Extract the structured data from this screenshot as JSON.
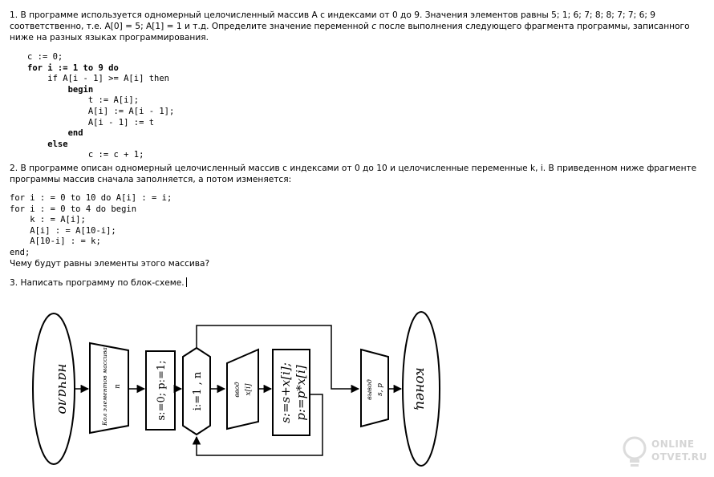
{
  "task1": {
    "text_before_var": "1. В программе используется одномерный целочисленный массив A с индексами от 0 до 9. Значения элементов равны 5; 1; 6; 7; 8; 8; 7; 7; 6; 9 соответственно, т.е. A[0] = 5; A[1] = 1 и т.д. Определите значение переменной ",
    "var": "c",
    "text_after_var": " после выполнения следующего фрагмента программы, записанного ниже на разных языках программирования."
  },
  "code1": [
    "c := 0;",
    "for i := 1 to 9 do",
    "    if A[i - 1] >= A[i] then",
    "        begin",
    "            t := A[i];",
    "            A[i] := A[i - 1];",
    "            A[i - 1] := t",
    "        end",
    "    else",
    "            c := c + 1;"
  ],
  "task2": {
    "text": "2. В программе описан одномерный целочисленный массив с индексами от 0 до 10 и целочисленные переменные k, i. В приведенном ниже фрагменте программы массив сначала заполняется, а потом изменяется:"
  },
  "code2": [
    "for i : = 0 to 10 do A[i] : = i;",
    "for i : = 0 to 4 do begin",
    "    k : = A[i];",
    "    A[i] : = A[10-i];",
    "    A[10-i] : = k;",
    "end;"
  ],
  "task2_question": "Чему будут равны элементы этого массива?",
  "task3": {
    "text": "3.  Написать программу по блок-схеме."
  },
  "flowchart": {
    "start_label": "начало",
    "input_count_label": "Кол элементов массива",
    "input_count_var": "n",
    "init_label": "s:=0; p:=1;",
    "loop_label": "i:=1 , n",
    "input_x_label": "ввод",
    "input_x_var": "x[i]",
    "calc_line1": "s:=s+x[i];",
    "calc_line2": "p:=p*x[i]",
    "output_label": "вывод",
    "output_vars": "s, p",
    "end_label": "конец"
  },
  "watermark": {
    "line1": "ONLINE",
    "line2": "OTVET.RU"
  }
}
